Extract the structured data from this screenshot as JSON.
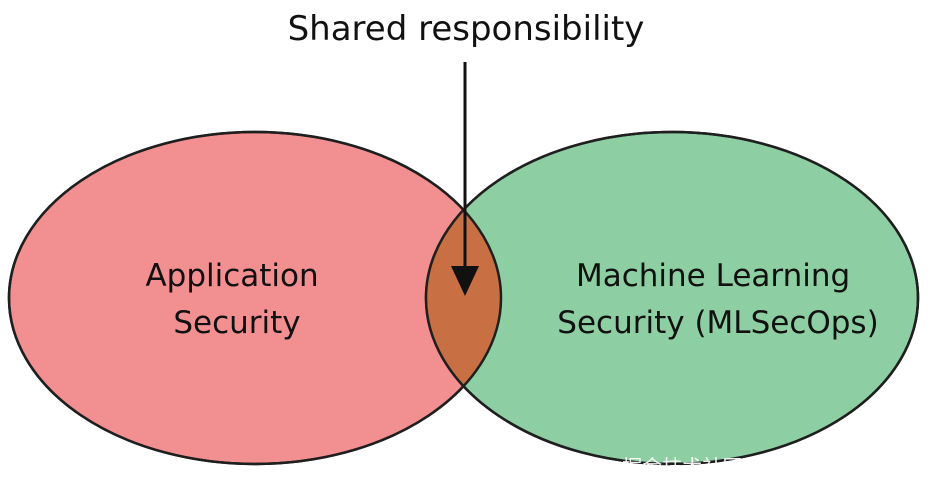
{
  "title": "Shared responsibility",
  "left_set": {
    "lines": [
      "Application",
      "Security"
    ],
    "fill_color": "#f28f91"
  },
  "right_set": {
    "lines": [
      "Machine Learning",
      "Security (MLSecOps)"
    ],
    "fill_color": "#8dcfa2"
  },
  "intersection": {
    "fill_color": "#c87043"
  },
  "outline_color": "#1f1f1f",
  "watermark": "掘金技术社区 @ 数据智能老司机"
}
